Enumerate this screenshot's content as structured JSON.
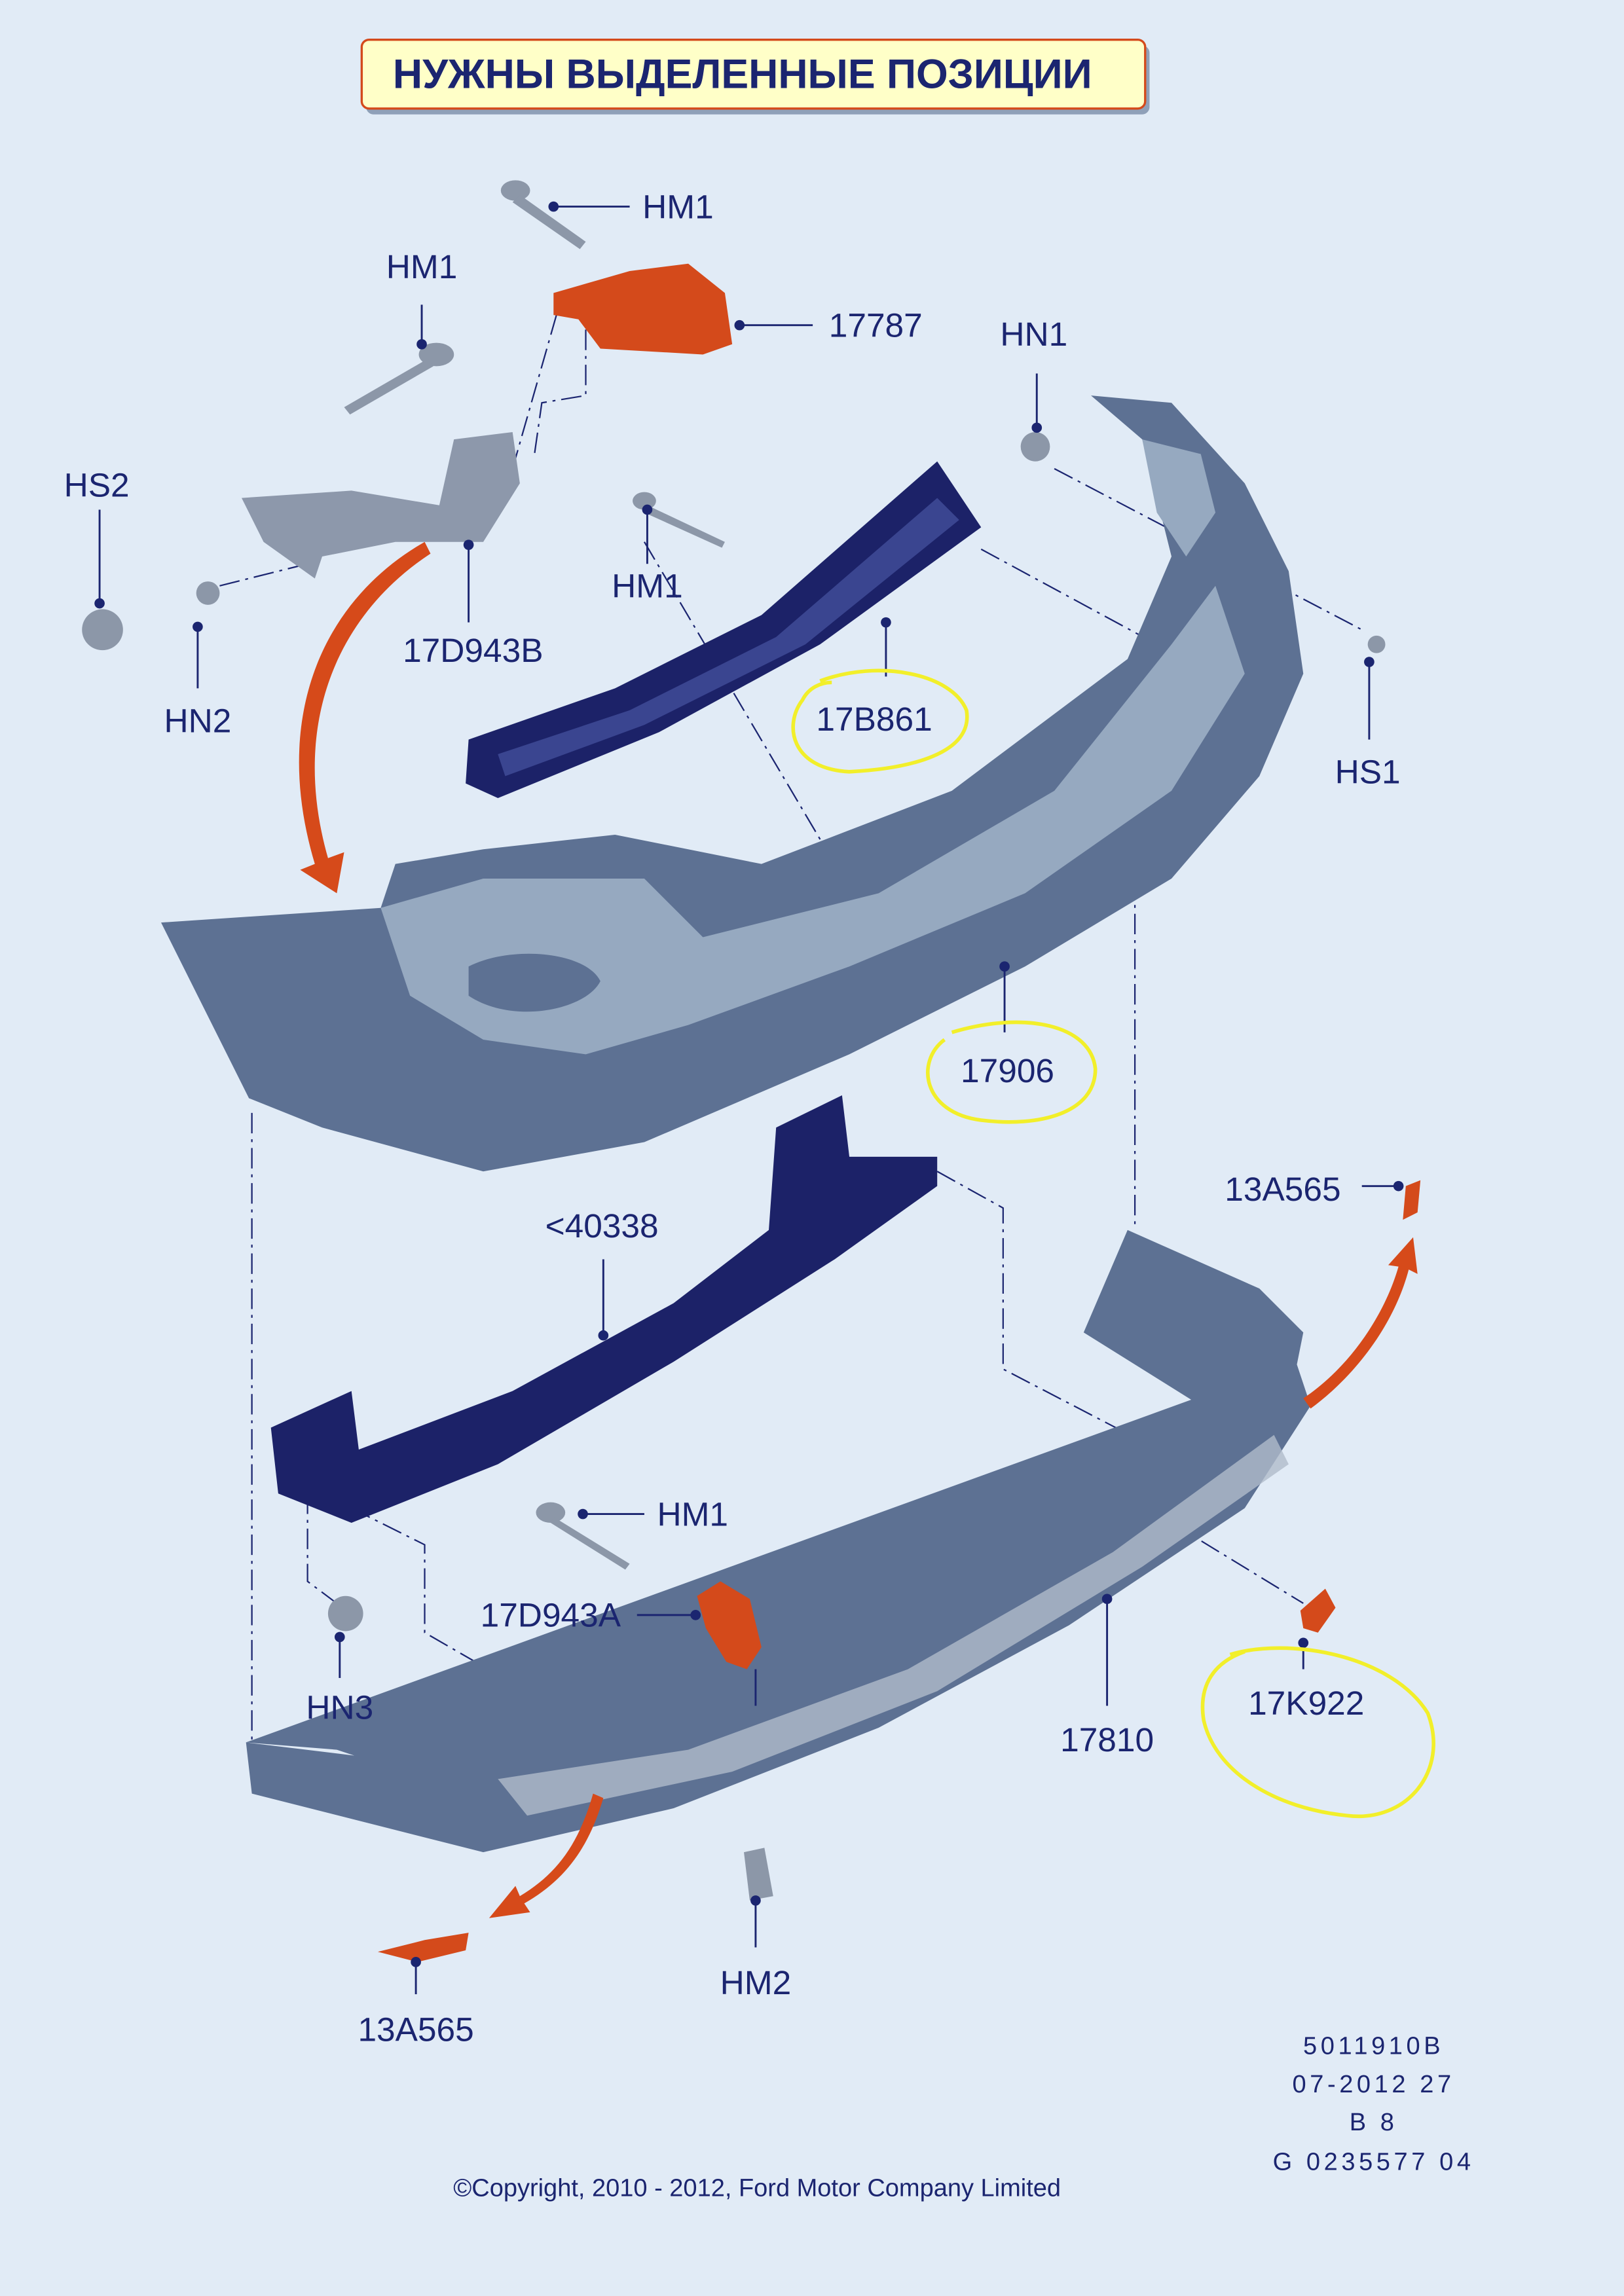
{
  "title": "НУЖНЫ ВЫДЕЛЕННЫЕ ПОЗИЦИИ",
  "labels": {
    "hm1_top": "HM1",
    "hm1_left": "HM1",
    "p17787": "17787",
    "hn1": "HN1",
    "hs2": "HS2",
    "hm1_mid": "HM1",
    "p17d943b": "17D943B",
    "hn2": "HN2",
    "p17b861": "17B861",
    "hs1": "HS1",
    "p17906": "17906",
    "p13a565_right": "13A565",
    "p40338": "<40338",
    "hm1_low": "HM1",
    "p17d943a": "17D943A",
    "hn3": "HN3",
    "p17k922": "17K922",
    "p17810": "17810",
    "hm2": "HM2",
    "p13a565_left": "13A565"
  },
  "codes": [
    "5011910B",
    "07-2012 27",
    "B 8",
    "G 0235577 04"
  ],
  "copyright": "©Copyright, 2010 - 2012, Ford Motor Company Limited",
  "colors": {
    "background": "#e1ebf6",
    "text": "#1b2570",
    "highlight": "#d44a1b",
    "circle": "#f2ef2a",
    "banner": "#ffffc8"
  }
}
